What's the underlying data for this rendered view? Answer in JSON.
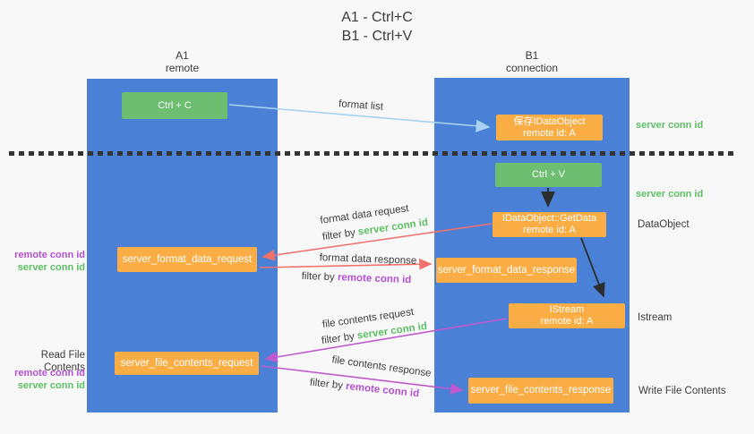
{
  "title": {
    "line1": "A1 - Ctrl+C",
    "line2": "B1 - Ctrl+V"
  },
  "lanes": {
    "a1": {
      "title": "A1",
      "subtitle": "remote"
    },
    "b1": {
      "title": "B1",
      "subtitle": "connection"
    }
  },
  "nodes": {
    "ctrl_c": {
      "label": "Ctrl + C"
    },
    "save_idataobject": {
      "line1": "保存IDataObject",
      "line2": "remote id: A"
    },
    "ctrl_v": {
      "label": "Ctrl + V"
    },
    "getdata": {
      "line1": "IDataObject::GetData",
      "line2": "remote id: A"
    },
    "format_request": {
      "label": "server_format_data_request"
    },
    "format_response": {
      "label": "server_format_data_response"
    },
    "istream": {
      "line1": "IStream",
      "line2": "remote id: A"
    },
    "file_request": {
      "label": "server_file_contents_request"
    },
    "file_response": {
      "label": "server_file_contents_response"
    }
  },
  "flow_labels": {
    "format_list": "format list",
    "format_data_request": "format data request",
    "format_data_response": "format data response",
    "file_contents_request": "file contents request",
    "file_contents_response": "file contents response",
    "filter_by": "filter by ",
    "server_conn_id": "server conn id",
    "remote_conn_id": "remote conn id"
  },
  "left_labels": {
    "format_group": {
      "remote": "remote conn id",
      "server": "server conn id"
    },
    "read_file_contents": "Read File Contents",
    "file_group": {
      "remote": "remote conn id",
      "server": "server conn id"
    }
  },
  "right_labels": {
    "server_conn_id_top": "server conn id",
    "server_conn_id_mid": "server conn id",
    "dataobject": "DataObject",
    "istream": "Istream",
    "write_file_contents": "Write File Contents"
  },
  "colors": {
    "lane_blue": "#4a80d6",
    "box_green": "#6ebe71",
    "box_orange": "#f9ad44",
    "arrow_red": "#f1716b",
    "arrow_magenta": "#c159ce",
    "arrow_light_blue": "#a8d2f0",
    "arrow_black": "#2d2d2d",
    "label_green": "#5cbf62",
    "label_purple": "#b34fd0"
  }
}
